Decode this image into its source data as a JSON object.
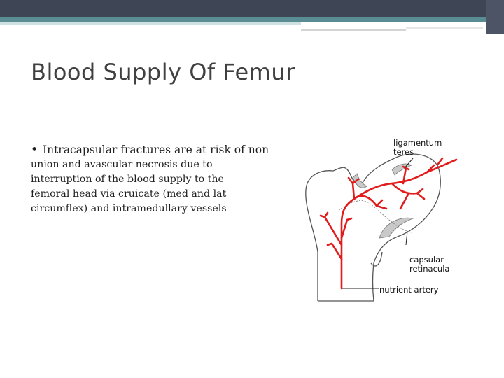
{
  "slide": {
    "title": "Blood Supply Of Femur",
    "bullet": "•",
    "body_first_line": "Intracapsular fractures are at risk of non",
    "body_rest_1": "union and avascular necrosis due to",
    "body_rest_2": "interruption of the blood supply to the",
    "body_rest_3": "femoral head via cruicate (med and lat",
    "body_rest_4": "circumflex) and intramedullary vessels"
  },
  "diagram": {
    "label_ligamentum_1": "ligamentum",
    "label_ligamentum_2": "teres",
    "label_capsular_1": "capsular",
    "label_capsular_2": "retinacula",
    "label_nutrient": "nutrient artery",
    "artery_color": "#e21b1b",
    "bone_outline_color": "#555555",
    "capsule_fill_color": "#c9c9c9"
  },
  "theme": {
    "header_bar_color": "#3e4656",
    "accent_line_color": "#5a8c94"
  }
}
